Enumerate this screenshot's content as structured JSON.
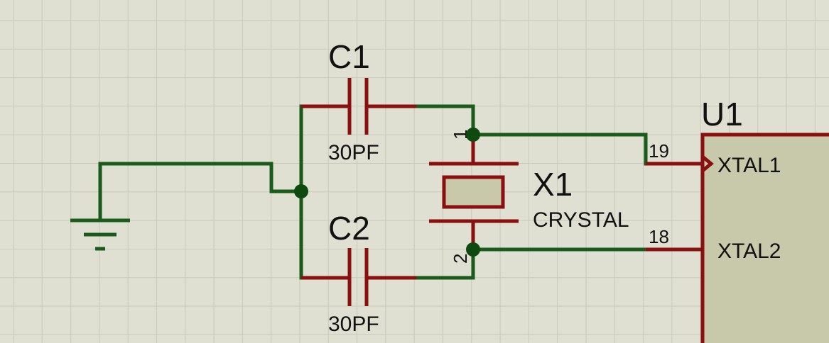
{
  "schematic": {
    "colors": {
      "background": "#e0e0d2",
      "grid": "#c9c9bb",
      "wire": "#1a5a1a",
      "component": "#8a0f0f",
      "junction": "#0e4a0e",
      "ic_body": "#c8c8aa"
    },
    "capacitor_1": {
      "ref": "C1",
      "value": "30PF"
    },
    "capacitor_2": {
      "ref": "C2",
      "value": "30PF"
    },
    "crystal": {
      "ref": "X1",
      "value": "CRYSTAL",
      "pin_1": "1",
      "pin_2": "2"
    },
    "ic": {
      "ref": "U1",
      "pins": [
        {
          "number": "19",
          "name": "XTAL1"
        },
        {
          "number": "18",
          "name": "XTAL2"
        }
      ]
    },
    "ground_symbol": "ground-icon"
  }
}
